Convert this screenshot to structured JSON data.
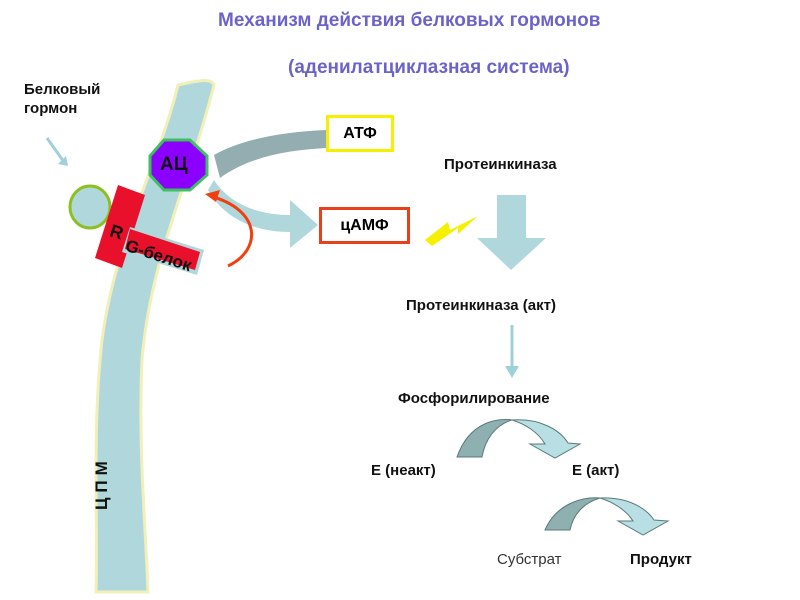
{
  "title": {
    "line1": "Механизм действия белковых гормонов",
    "line2": "(аденилатциклазная система)"
  },
  "hormone_label": "Белковый гормон",
  "ac_label": "АЦ",
  "receptor_label": "R",
  "g_protein_label": "G-белок",
  "membrane_label": "ЦПМ",
  "atp_label": "АТФ",
  "camp_label": "цАМФ",
  "protein_kinase": "Протеинкиназа",
  "protein_kinase_active": "Протеинкиназа (акт)",
  "phosphorylation": "Фосфорилирование",
  "enzyme_inactive": "Е (неакт)",
  "enzyme_active": "Е (акт)",
  "substrate": "Субстрат",
  "product": "Продукт",
  "colors": {
    "title": "#6b63c9",
    "membrane": "#b0d8dc",
    "ac": "#8b00ff",
    "receptor": "#e8102a",
    "atp_border": "#f5f000",
    "camp_border": "#e8401a"
  }
}
